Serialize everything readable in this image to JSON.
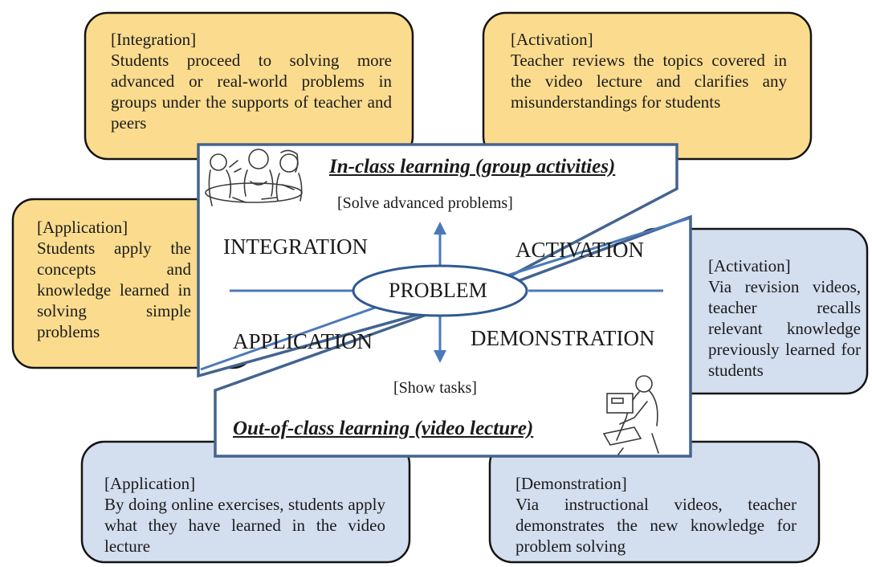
{
  "colors": {
    "in_class_box_fill": "#fbdc8e",
    "out_class_box_fill": "#d3deef",
    "box_border": "#141414",
    "center_border": "#44648e",
    "axis_line": "#4a7ab8",
    "ellipse_border": "#2f5a92"
  },
  "boxes": {
    "integration_in_class": {
      "heading": "[Integration]",
      "body": "Students proceed to solving more advanced or real-world problems in groups under the supports of teacher and peers"
    },
    "activation_in_class": {
      "heading": "[Activation]",
      "body": "Teacher reviews the topics covered in the video lecture and clarifies any misunderstandings for students"
    },
    "application_in_class": {
      "heading": "[Application]",
      "body": "Students apply the concepts and knowledge learned in solving simple problems"
    },
    "activation_out_class": {
      "heading": "[Activation]",
      "body": "Via revision videos, teacher recalls relevant knowledge previously learned for students"
    },
    "application_out_class": {
      "heading": "[Application]",
      "body": "By doing online exercises, students apply what they have learned in the video lecture"
    },
    "demonstration_out_class": {
      "heading": "[Demonstration]",
      "body": "Via instructional videos, teacher demonstrates the new knowledge for problem solving"
    }
  },
  "center": {
    "in_class_title": "In-class learning (group activities)",
    "out_class_title": "Out-of-class learning (video lecture)",
    "top_note": "[Solve advanced problems]",
    "bottom_note": "[Show tasks]",
    "problem": "PROBLEM",
    "integration": "INTEGRATION",
    "activation": "ACTIVATION",
    "application": "APPLICATION",
    "demonstration": "DEMONSTRATION"
  },
  "illustrations": {
    "group_icon": "students-group-discussion-icon",
    "laptop_icon": "person-at-laptop-icon"
  }
}
